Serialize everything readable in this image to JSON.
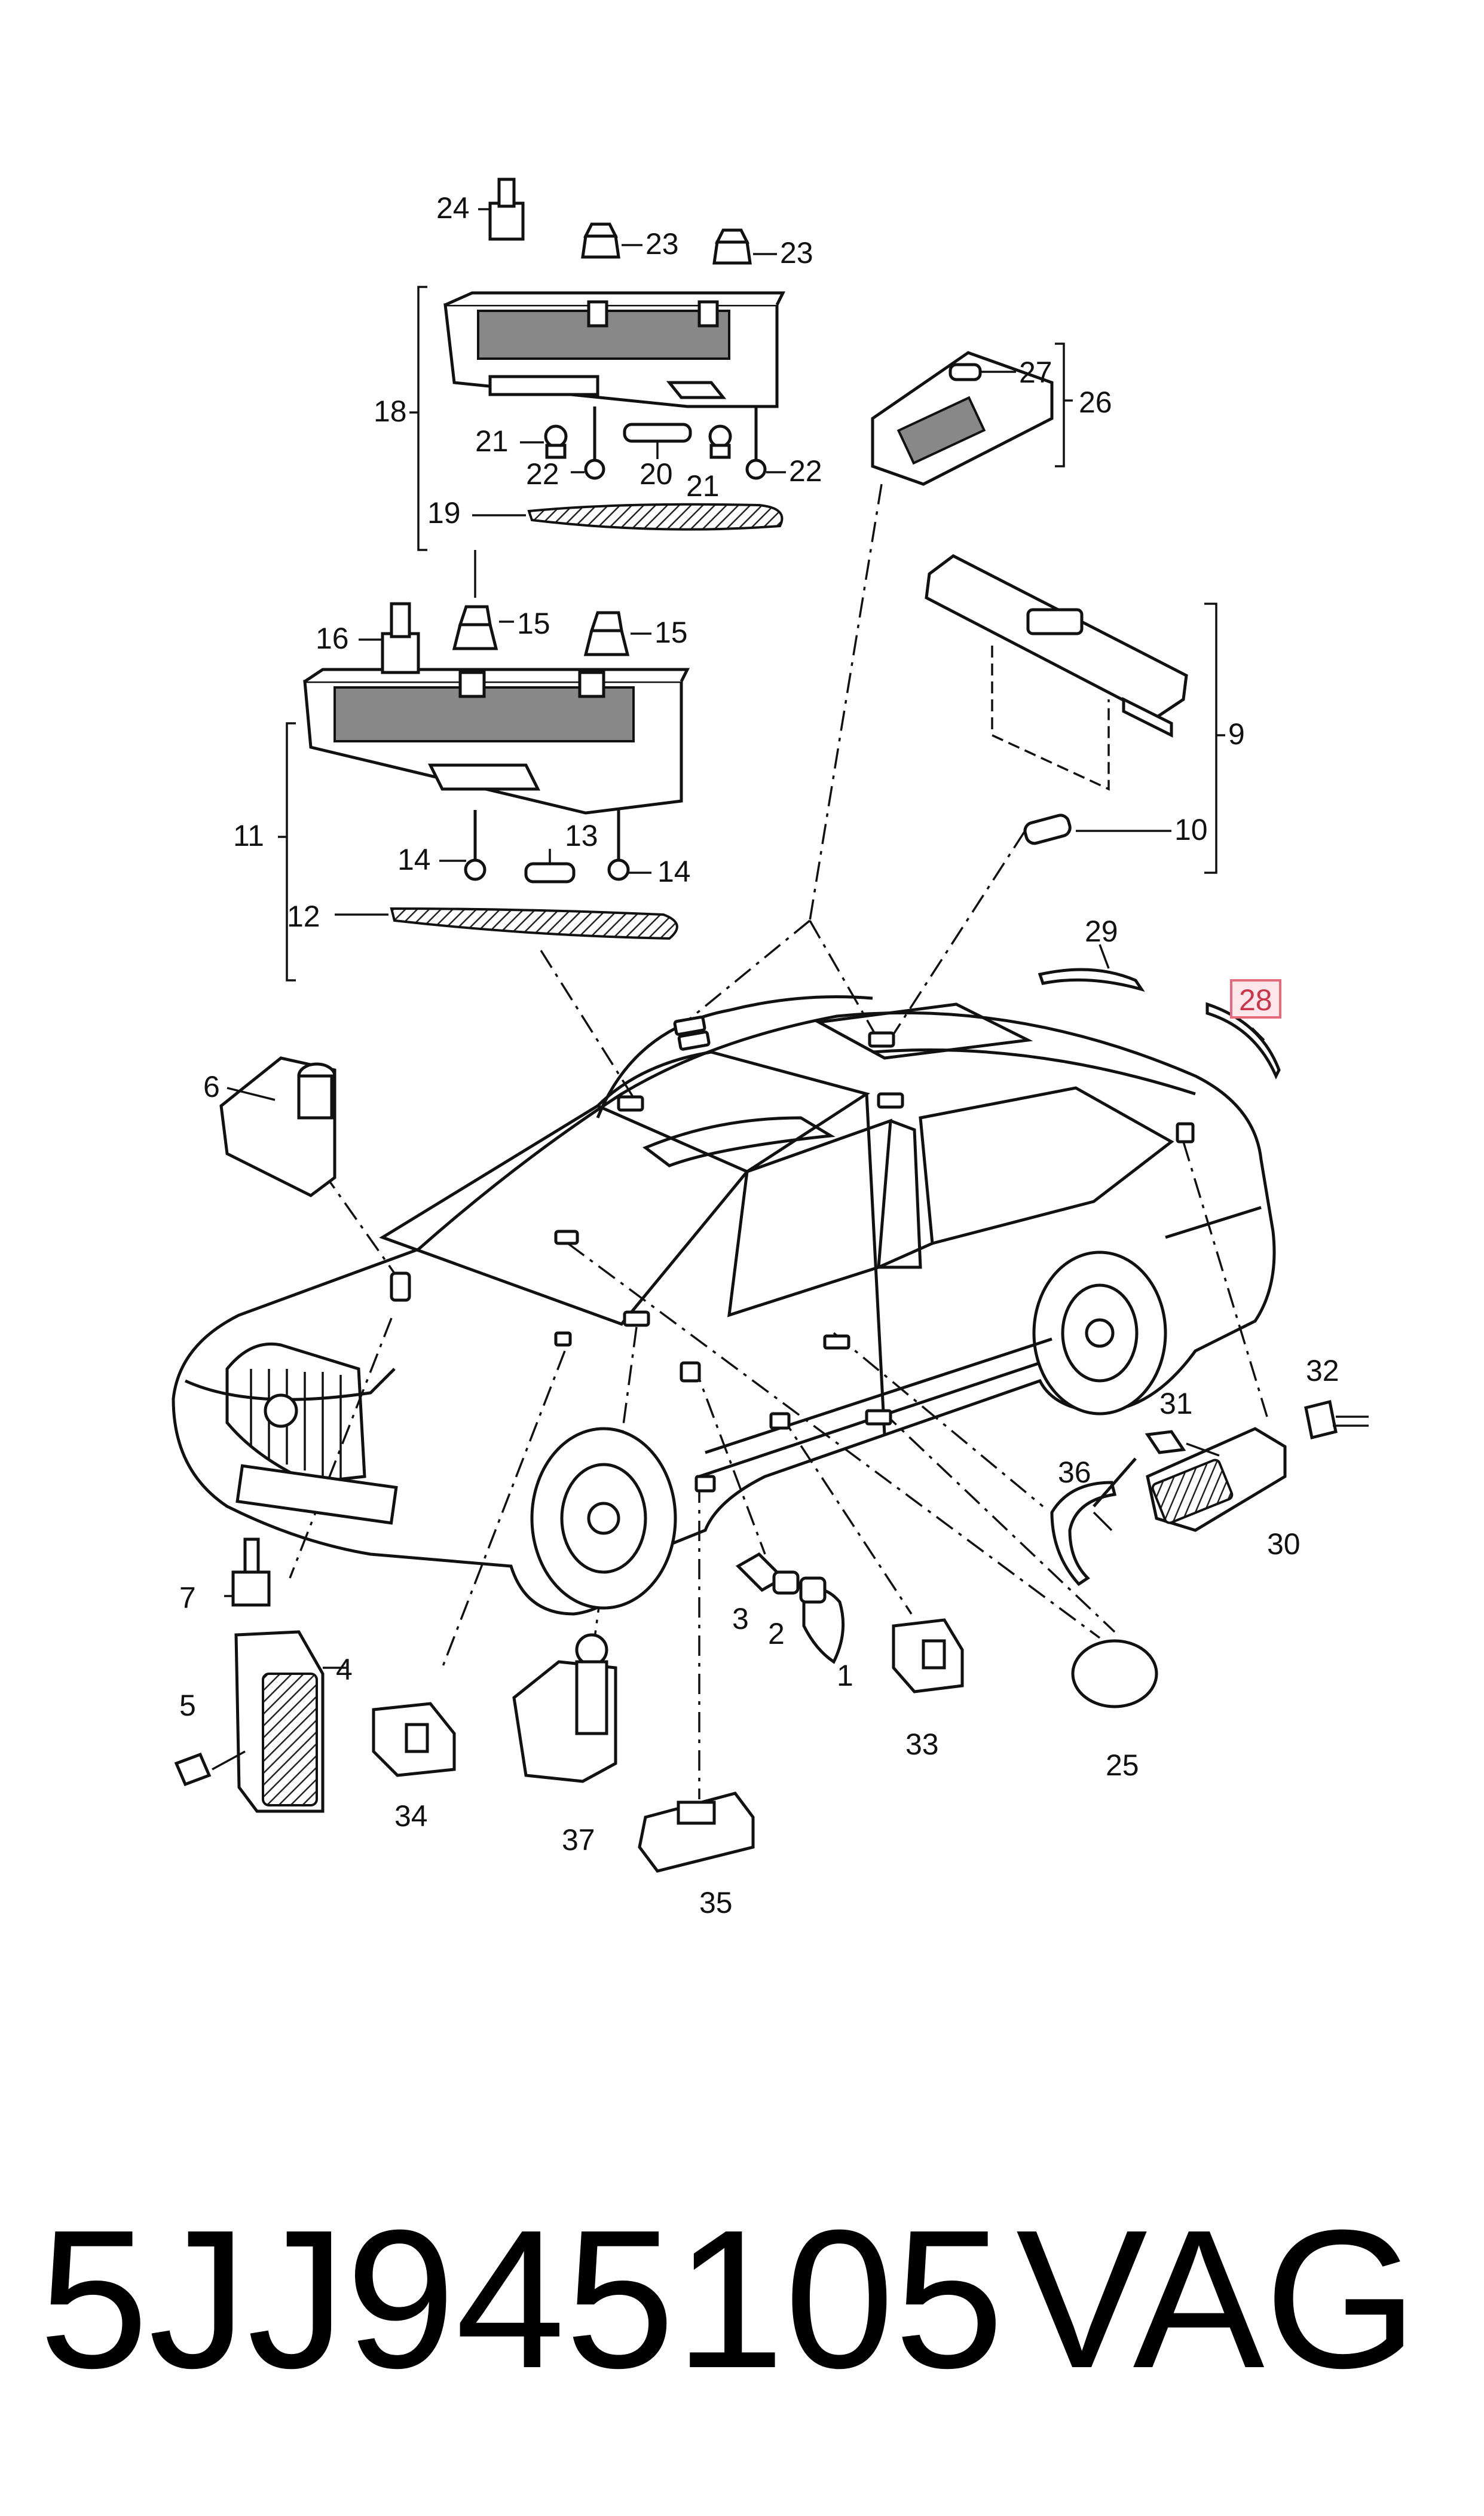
{
  "diagram": {
    "callouts": {
      "c1": "1",
      "c2": "2",
      "c3": "3",
      "c4": "4",
      "c5": "5",
      "c6": "6",
      "c7": "7",
      "c9": "9",
      "c10": "10",
      "c11": "11",
      "c12": "12",
      "c13": "13",
      "c14a": "14",
      "c14b": "14",
      "c15a": "15",
      "c15b": "15",
      "c16": "16",
      "c18": "18",
      "c19": "19",
      "c20": "20",
      "c21a": "21",
      "c21b": "21",
      "c22a": "22",
      "c22b": "22",
      "c23a": "23",
      "c23b": "23",
      "c24": "24",
      "c25": "25",
      "c26": "26",
      "c27": "27",
      "c29": "29",
      "c30": "30",
      "c31": "31",
      "c32": "32",
      "c33": "33",
      "c34": "34",
      "c35": "35",
      "c36": "36",
      "c37": "37"
    },
    "highlighted_callout": "28",
    "highlight_color": "#e36b7b"
  },
  "footer": {
    "part_number": "5JJ945105",
    "brand": "VAG"
  }
}
